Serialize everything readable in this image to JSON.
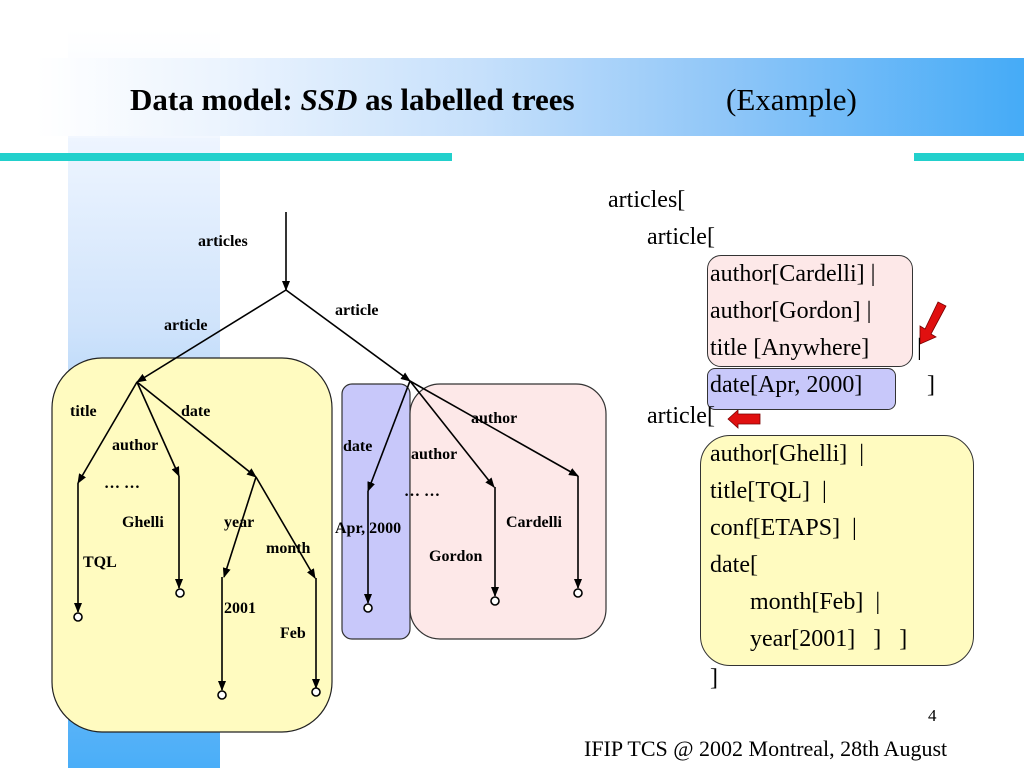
{
  "slide": {
    "title_bold": "Data model: ",
    "title_italic": "SSD",
    "title_rest": " as labelled trees",
    "title_example": "(Example)",
    "page_number": "4",
    "footer": "IFIP TCS @ 2002 Montreal, 28th August"
  },
  "colors": {
    "accent_rule": "#22d0cc",
    "title_band_end": "#45abf7",
    "yellow_region": "#fffbc0",
    "blue_region": "#c8c8fa",
    "pink_region": "#fde8e8",
    "highlight_arrow": "#e01010"
  },
  "tree": {
    "edges": {
      "root": "articles",
      "article_left": "article",
      "article_right": "article",
      "title": "title",
      "author_left": "author",
      "date_left": "date",
      "year": "year",
      "month": "month",
      "date_right": "date",
      "author_mid": "author",
      "author_right": "author"
    },
    "values": {
      "tql": "TQL",
      "ghelli": "Ghelli",
      "y2001": "2001",
      "feb": "Feb",
      "apr2000": "Apr, 2000",
      "gordon": "Gordon",
      "cardelli": "Cardelli"
    },
    "ellipsis_left": "… …",
    "ellipsis_right": "… …"
  },
  "code": {
    "l1": "articles[",
    "l2": "article[",
    "l3": "author[Cardelli] |",
    "l4": "author[Gordon] |",
    "l5": "title [Anywhere]",
    "l5_bar": "|",
    "l6": "date[Apr, 2000]",
    "l6_close": "]",
    "l7": "article[",
    "l8": "author[Ghelli]  |",
    "l9": "title[TQL]  |",
    "l10": "conf[ETAPS]  |",
    "l11": "date[",
    "l12": "month[Feb]  |",
    "l13": "year[2001]   ]   ]",
    "l14": "]"
  }
}
